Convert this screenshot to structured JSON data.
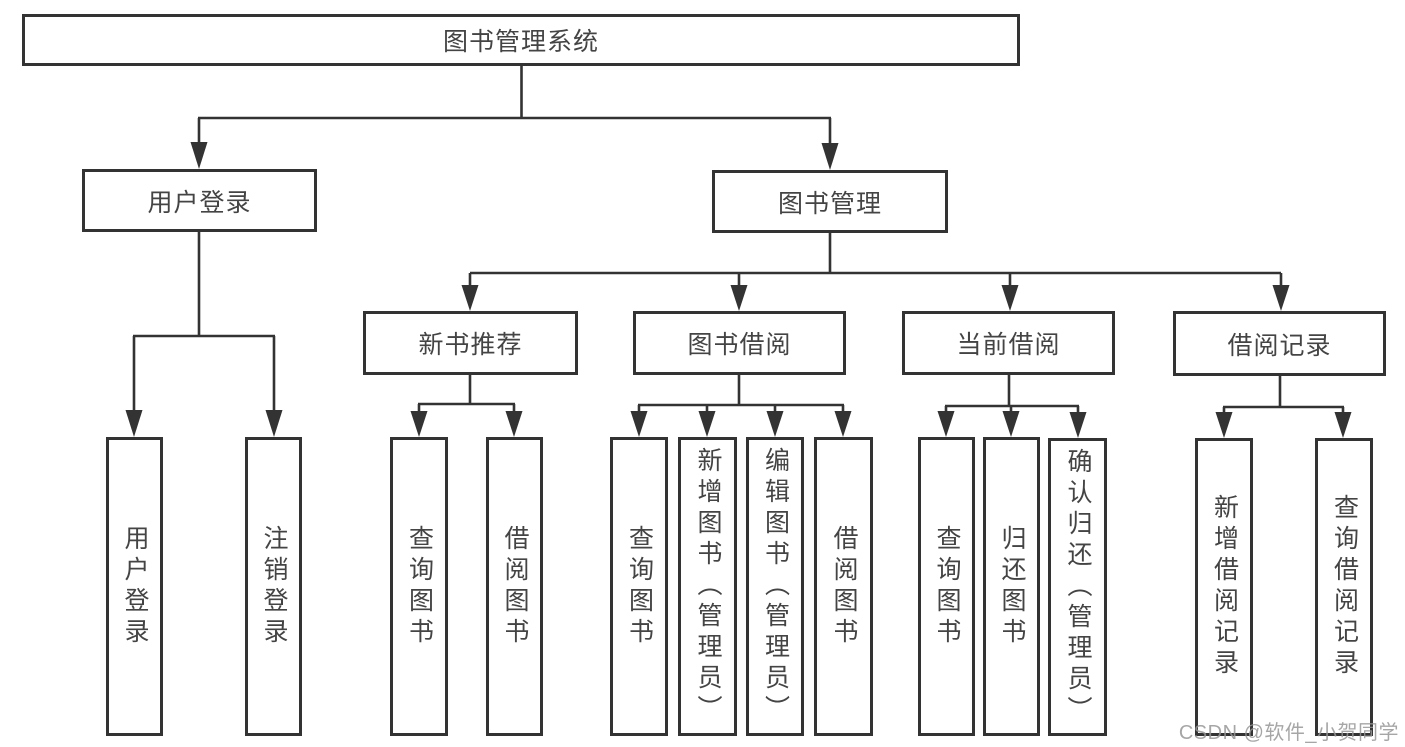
{
  "tree": {
    "label": "图书管理系统",
    "children": [
      {
        "label": "用户登录",
        "children": [
          {
            "label": "用户登录"
          },
          {
            "label": "注销登录"
          }
        ]
      },
      {
        "label": "图书管理",
        "children": [
          {
            "label": "新书推荐",
            "children": [
              {
                "label": "查询图书"
              },
              {
                "label": "借阅图书"
              }
            ]
          },
          {
            "label": "图书借阅",
            "children": [
              {
                "label": "查询图书"
              },
              {
                "label": "新增图书（管理员）"
              },
              {
                "label": "编辑图书（管理员）"
              },
              {
                "label": "借阅图书"
              }
            ]
          },
          {
            "label": "当前借阅",
            "children": [
              {
                "label": "查询图书"
              },
              {
                "label": "归还图书"
              },
              {
                "label": "确认归还（管理员）"
              }
            ]
          },
          {
            "label": "借阅记录",
            "children": [
              {
                "label": "新增借阅记录"
              },
              {
                "label": "查询借阅记录"
              }
            ]
          }
        ]
      }
    ]
  },
  "watermark": {
    "text": "CSDN @软件_小贺同学"
  },
  "colors": {
    "line": "#333333",
    "box_border": "#333333",
    "box_background": "#ffffff",
    "text": "#444444",
    "watermark": "#979797",
    "page_background": "#ffffff"
  }
}
